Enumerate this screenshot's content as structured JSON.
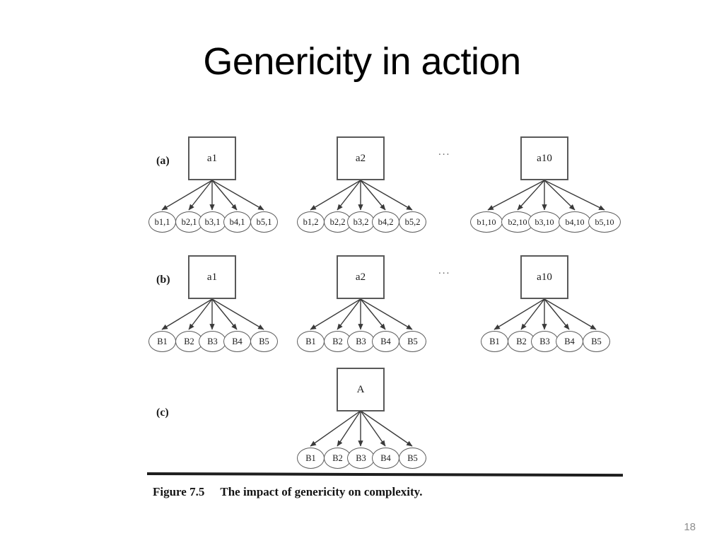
{
  "slide": {
    "title": "Genericity in action",
    "page_number": "18"
  },
  "figure": {
    "caption_number": "Figure 7.5",
    "caption_text": "The impact of genericity on complexity.",
    "ellipsis": "...",
    "rows": [
      {
        "label": "(a)",
        "groups": [
          {
            "box": "a1",
            "children": [
              "b1,1",
              "b2,1",
              "b3,1",
              "b4,1",
              "b5,1"
            ]
          },
          {
            "box": "a2",
            "children": [
              "b1,2",
              "b2,2",
              "b3,2",
              "b4,2",
              "b5,2"
            ]
          },
          {
            "box": "a10",
            "children": [
              "b1,10",
              "b2,10",
              "b3,10",
              "b4,10",
              "b5,10"
            ]
          }
        ]
      },
      {
        "label": "(b)",
        "groups": [
          {
            "box": "a1",
            "children": [
              "B1",
              "B2",
              "B3",
              "B4",
              "B5"
            ]
          },
          {
            "box": "a2",
            "children": [
              "B1",
              "B2",
              "B3",
              "B4",
              "B5"
            ]
          },
          {
            "box": "a10",
            "children": [
              "B1",
              "B2",
              "B3",
              "B4",
              "B5"
            ]
          }
        ]
      },
      {
        "label": "(c)",
        "groups": [
          {
            "box": "A",
            "children": [
              "B1",
              "B2",
              "B3",
              "B4",
              "B5"
            ]
          }
        ]
      }
    ]
  },
  "colors": {
    "background": "#ffffff",
    "ink": "#1b1b1b",
    "box_stroke": "#595959",
    "ellipse_stroke": "#5d5d5d",
    "arrow": "#3a3a3a",
    "rule": "#1e1e1e",
    "page_number": "#8d8d8d"
  }
}
